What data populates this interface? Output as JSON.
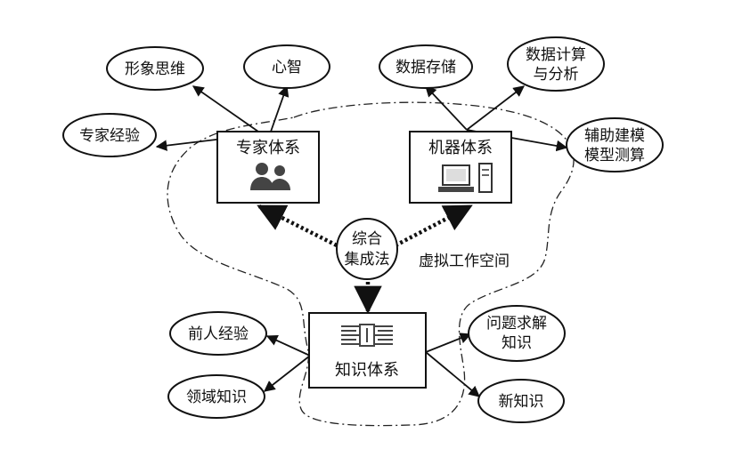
{
  "nodes": {
    "image_thinking": "形象思维",
    "mind": "心智",
    "expert_experience": "专家经验",
    "data_storage": "数据存储",
    "data_compute_l1": "数据计算",
    "data_compute_l2": "与分析",
    "aux_model_l1": "辅助建模",
    "aux_model_l2": "模型测算",
    "predecessor_experience": "前人经验",
    "domain_knowledge": "领域知识",
    "problem_solving_l1": "问题求解",
    "problem_solving_l2": "知识",
    "new_knowledge": "新知识"
  },
  "systems": {
    "expert": "专家体系",
    "machine": "机器体系",
    "knowledge": "知识体系"
  },
  "center": {
    "line1": "综合",
    "line2": "集成法"
  },
  "workspace_label": "虚拟工作空间",
  "icons": {
    "expert": "people-icon",
    "machine": "computer-icon",
    "knowledge": "maze-icon"
  }
}
